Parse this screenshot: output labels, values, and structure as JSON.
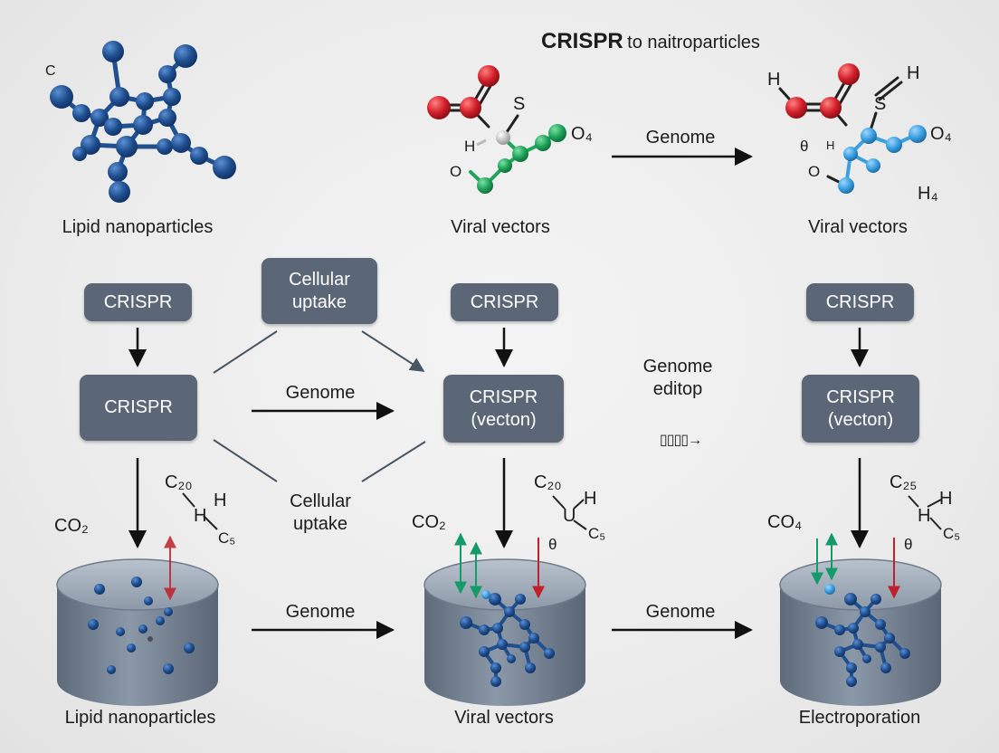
{
  "title": {
    "bold": "CRISPR",
    "rest": "to naitroparticles"
  },
  "top_row": {
    "corner_mark": "C",
    "left_label": "Lipid nanoparticles",
    "middle_label": "Viral vectors",
    "right_label": "Viral vectors",
    "arrow_label": "Genome",
    "mid_chem": {
      "s": "S",
      "h": "H",
      "o4": "O₄",
      "o": "O"
    },
    "right_chem": {
      "h_top": "H",
      "s": "S",
      "h_right": "H",
      "o4": "O₄",
      "theta": "θ",
      "o": "O",
      "h4": "H₄",
      "small_h": "H"
    }
  },
  "middle_row": {
    "left_top_box": "CRISPR",
    "left_mid_box": "CRISPR",
    "uptake_box": [
      "Cellular",
      "uptake"
    ],
    "genome_arrow": "Genome",
    "uptake_text": [
      "Cellular",
      "uptake"
    ],
    "center_top_box": "CRISPR",
    "center_mid_box": [
      "CRISPR",
      "(vecton)"
    ],
    "editop_text": [
      "Genome",
      "editop"
    ],
    "glyph_row": "▯▯▯▯→",
    "right_top_box": "CRISPR",
    "right_mid_box": [
      "CRISPR",
      "(vecton)"
    ]
  },
  "lower_chem": {
    "left": {
      "c20": "C₂₀",
      "h": "H",
      "h2": "H",
      "c5": "C₅",
      "co2": "CO₂"
    },
    "center": {
      "c20": "C₂₀",
      "h": "H",
      "u": "U",
      "theta": "θ",
      "c5": "C₅",
      "co2": "CO₂"
    },
    "right": {
      "c25": "C₂₅",
      "h": "H",
      "h2": "H",
      "theta": "θ",
      "c5": "C₅",
      "co4": "CO₄"
    }
  },
  "bottom_row": {
    "left_label": "Lipid nanoparticles",
    "middle_label": "Viral vectors",
    "right_label": "Electroporation",
    "arrow1": "Genome",
    "arrow2": "Genome"
  },
  "colors": {
    "box": "#5b6676",
    "atom_blue": "#1f4f8f",
    "atom_light_blue": "#3aa0e0",
    "atom_red": "#d21f2a",
    "atom_green": "#1fa45a",
    "arrow_green": "#159a6a",
    "arrow_red": "#c0202a",
    "cylinder": "#7b8898"
  }
}
